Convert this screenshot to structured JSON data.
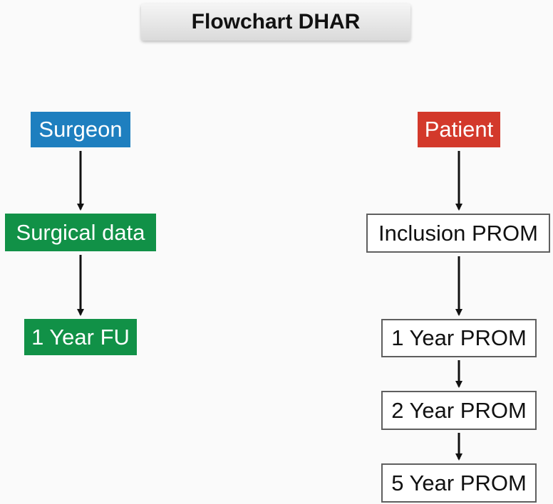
{
  "title": "Flowchart DHAR",
  "surgeon_branch": {
    "header": "Surgeon",
    "steps": [
      "Surgical data",
      "1 Year FU"
    ]
  },
  "patient_branch": {
    "header": "Patient",
    "steps": [
      "Inclusion PROM",
      "1 Year PROM",
      "2 Year PROM",
      "5 Year PROM"
    ]
  },
  "colors": {
    "surgeon": "#1e7fbf",
    "patient": "#d3392b",
    "surgeon_steps": "#119147",
    "patient_steps_border": "#5f5f5f",
    "arrow": "#111111"
  }
}
